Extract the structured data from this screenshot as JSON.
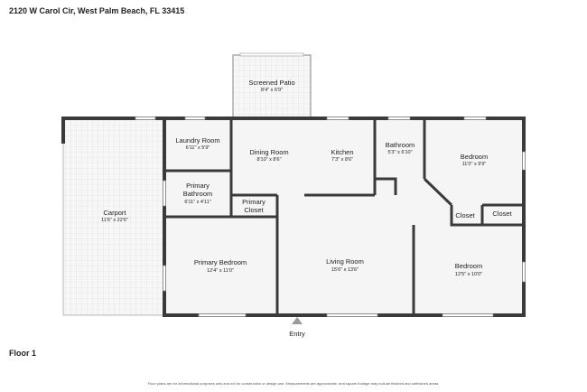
{
  "header": {
    "address": "2120 W Carol Cir, West Palm Beach, FL 33415"
  },
  "floor_label": "Floor 1",
  "entry_label": "Entry",
  "disclaimer": "Floor plans are for informational purposes only and not for construction or design use. Measurements are approximate, and square footage may include finished and unfinished areas.",
  "rooms": {
    "screened_patio": {
      "name": "Screened Patio",
      "dims": "8'4\" x 6'9\""
    },
    "laundry": {
      "name": "Laundry Room",
      "dims": "6'11\" x 5'9\""
    },
    "dining": {
      "name": "Dining Room",
      "dims": "8'10\" x 8'6\""
    },
    "kitchen": {
      "name": "Kitchen",
      "dims": "7'3\" x 8'6\""
    },
    "bathroom": {
      "name": "Bathroom",
      "dims": "5'3\" x 6'10\""
    },
    "bedroom1": {
      "name": "Bedroom",
      "dims": "11'0\" x 9'9\""
    },
    "carport": {
      "name": "Carport",
      "dims": "11'6\" x 22'6\""
    },
    "primary_bath": {
      "name_line1": "Primary",
      "name_line2": "Bathroom",
      "dims": "6'11\" x 4'11\""
    },
    "primary_closet": {
      "name_line1": "Primary",
      "name_line2": "Closet"
    },
    "closet1": {
      "name": "Closet"
    },
    "closet2": {
      "name": "Closet"
    },
    "primary_bedroom": {
      "name": "Primary Bedroom",
      "dims": "12'4\" x 11'0\""
    },
    "living": {
      "name": "Living Room",
      "dims": "15'6\" x 13'6\""
    },
    "bedroom2": {
      "name": "Bedroom",
      "dims": "12'5\" x 10'0\""
    }
  }
}
